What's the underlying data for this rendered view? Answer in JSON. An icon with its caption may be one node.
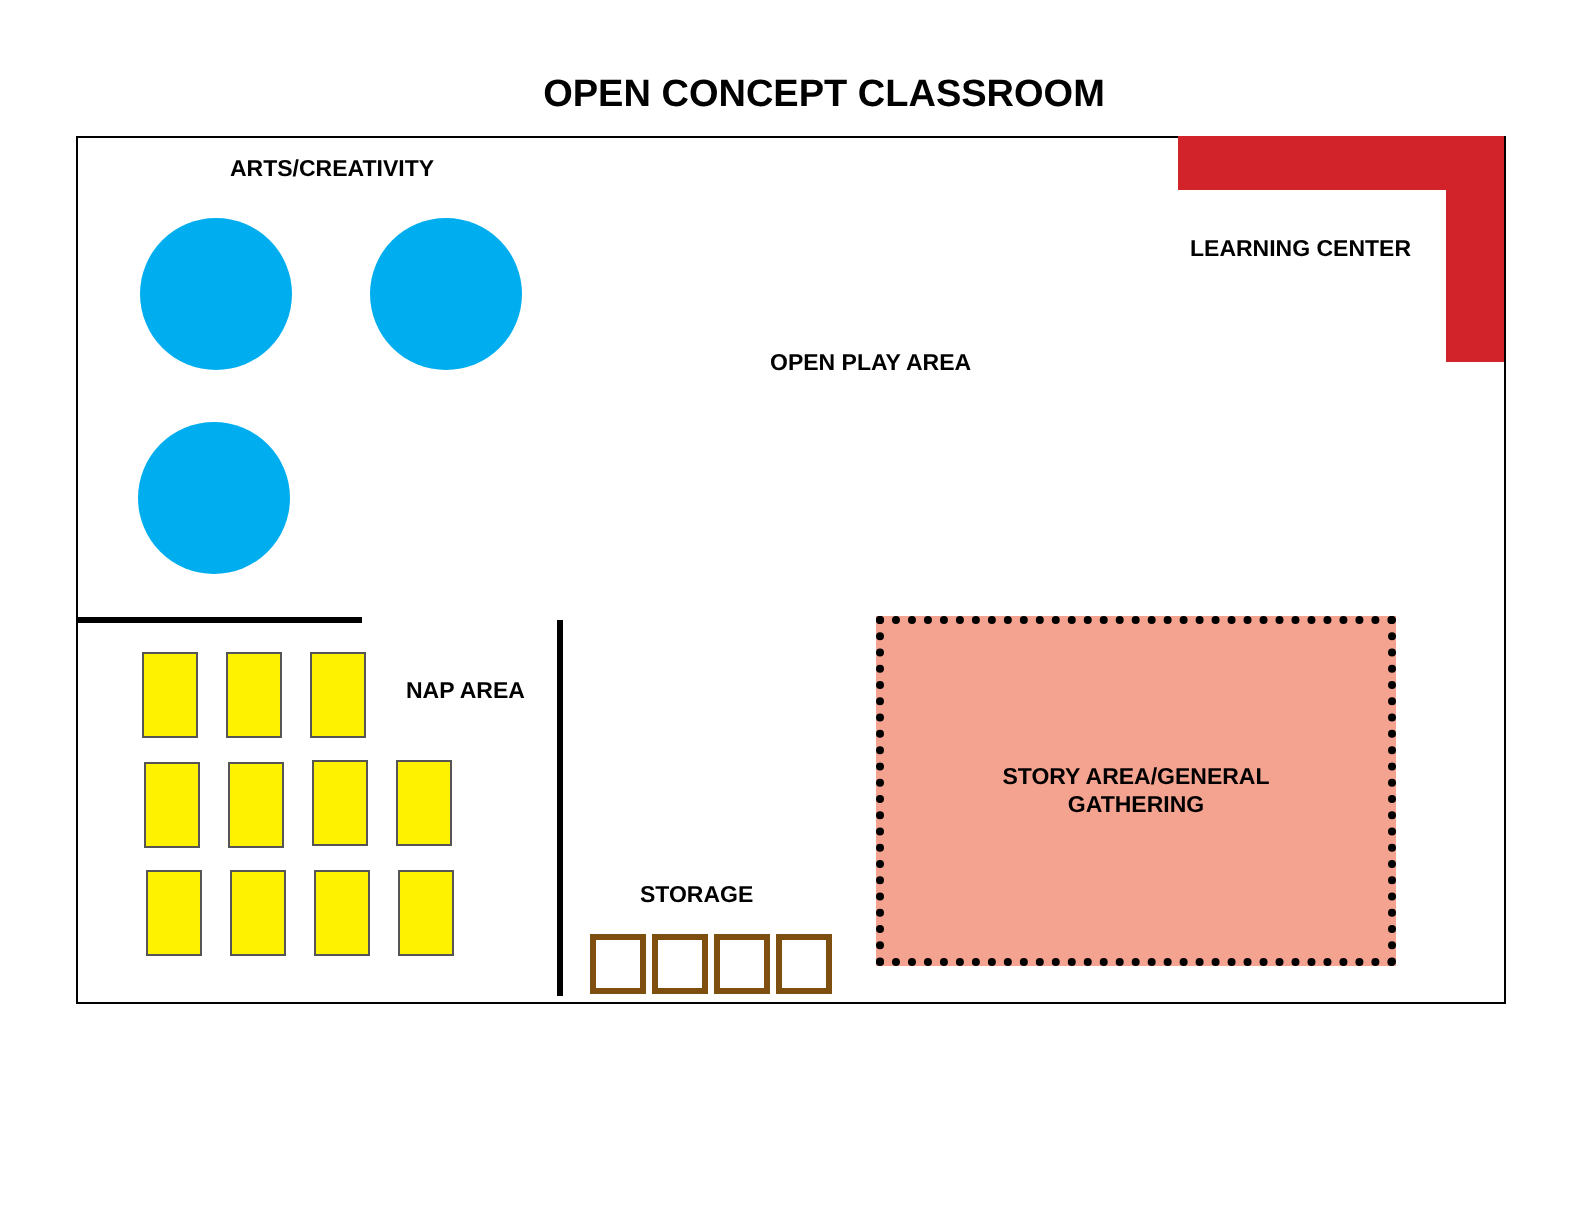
{
  "diagram": {
    "title": "OPEN CONCEPT CLASSROOM",
    "nodes": [
      {
        "text": [
          "STORY AREA/GENERAL GATHERING"
        ]
      }
    ],
    "edges": [],
    "labels": [
      "ARTS/CREATIVITY",
      "LEARNING CENTER",
      "OPEN PLAY AREA",
      "NAP AREA",
      "STORAGE"
    ]
  }
}
